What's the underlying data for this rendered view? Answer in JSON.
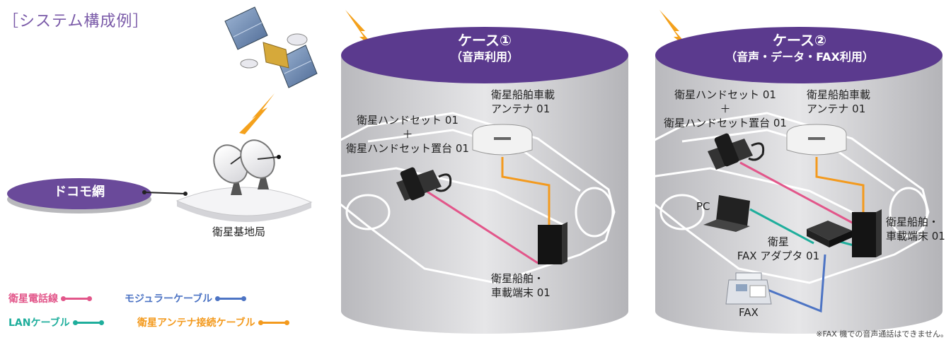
{
  "title": "［システム構成例］",
  "docomo_net": "ドコモ網",
  "ground_station": "衛星基地局",
  "legend": {
    "phone_line": {
      "label": "衛星電話線",
      "color": "#e2568a"
    },
    "modular_cable": {
      "label": "モジュラーケーブル",
      "color": "#4d74c4"
    },
    "lan_cable": {
      "label": "LANケーブル",
      "color": "#1fae9c"
    },
    "antenna_cable": {
      "label": "衛星アンテナ接続ケーブル",
      "color": "#f39a1e"
    }
  },
  "case1": {
    "title": "ケース①",
    "subtitle": "（音声利用）",
    "handset_line1": "衛星ハンドセット 01",
    "handset_plus": "＋",
    "handset_line2": "衛星ハンドセット置台 01",
    "antenna_line1": "衛星船舶車載",
    "antenna_line2": "アンテナ 01",
    "terminal_line1": "衛星船舶・",
    "terminal_line2": "車載端末 01"
  },
  "case2": {
    "title": "ケース②",
    "subtitle": "（音声・データ・FAX利用）",
    "handset_line1": "衛星ハンドセット 01",
    "handset_plus": "＋",
    "handset_line2": "衛星ハンドセット置台 01",
    "antenna_line1": "衛星船舶車載",
    "antenna_line2": "アンテナ 01",
    "pc": "PC",
    "fax_adapter_line1": "衛星",
    "fax_adapter_line2": "FAX アダプタ 01",
    "terminal_line1": "衛星船舶・",
    "terminal_line2": "車載端末 01",
    "fax": "FAX"
  },
  "footnote": "※FAX 機での音声通話はできません。",
  "colors": {
    "accent_purple": "#5b3a8e",
    "cylinder_gray": "#c9c9cc",
    "lightning": "#f4a11c"
  }
}
